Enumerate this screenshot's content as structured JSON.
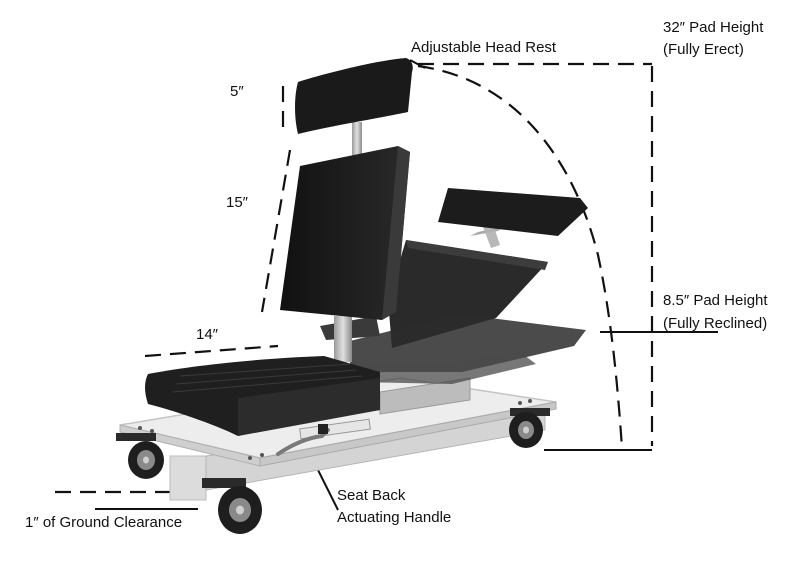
{
  "labels": {
    "head_rest": "Adjustable Head Rest",
    "pad_erect_1": "32″ Pad Height",
    "pad_erect_2": "(Fully Erect)",
    "pad_reclined_1": "8.5″ Pad Height",
    "pad_reclined_2": "(Fully Reclined)",
    "dim_headrest": "5″",
    "dim_back": "15″",
    "dim_seat": "14″",
    "ground_clearance": "1″ of Ground Clearance",
    "handle_1": "Seat Back",
    "handle_2": "Actuating Handle"
  },
  "colors": {
    "pad": "#1b1b1b",
    "platform": "#e8e8e8",
    "platform_edge": "#bdbdbd",
    "ghost": "#505050",
    "line": "#111111"
  }
}
